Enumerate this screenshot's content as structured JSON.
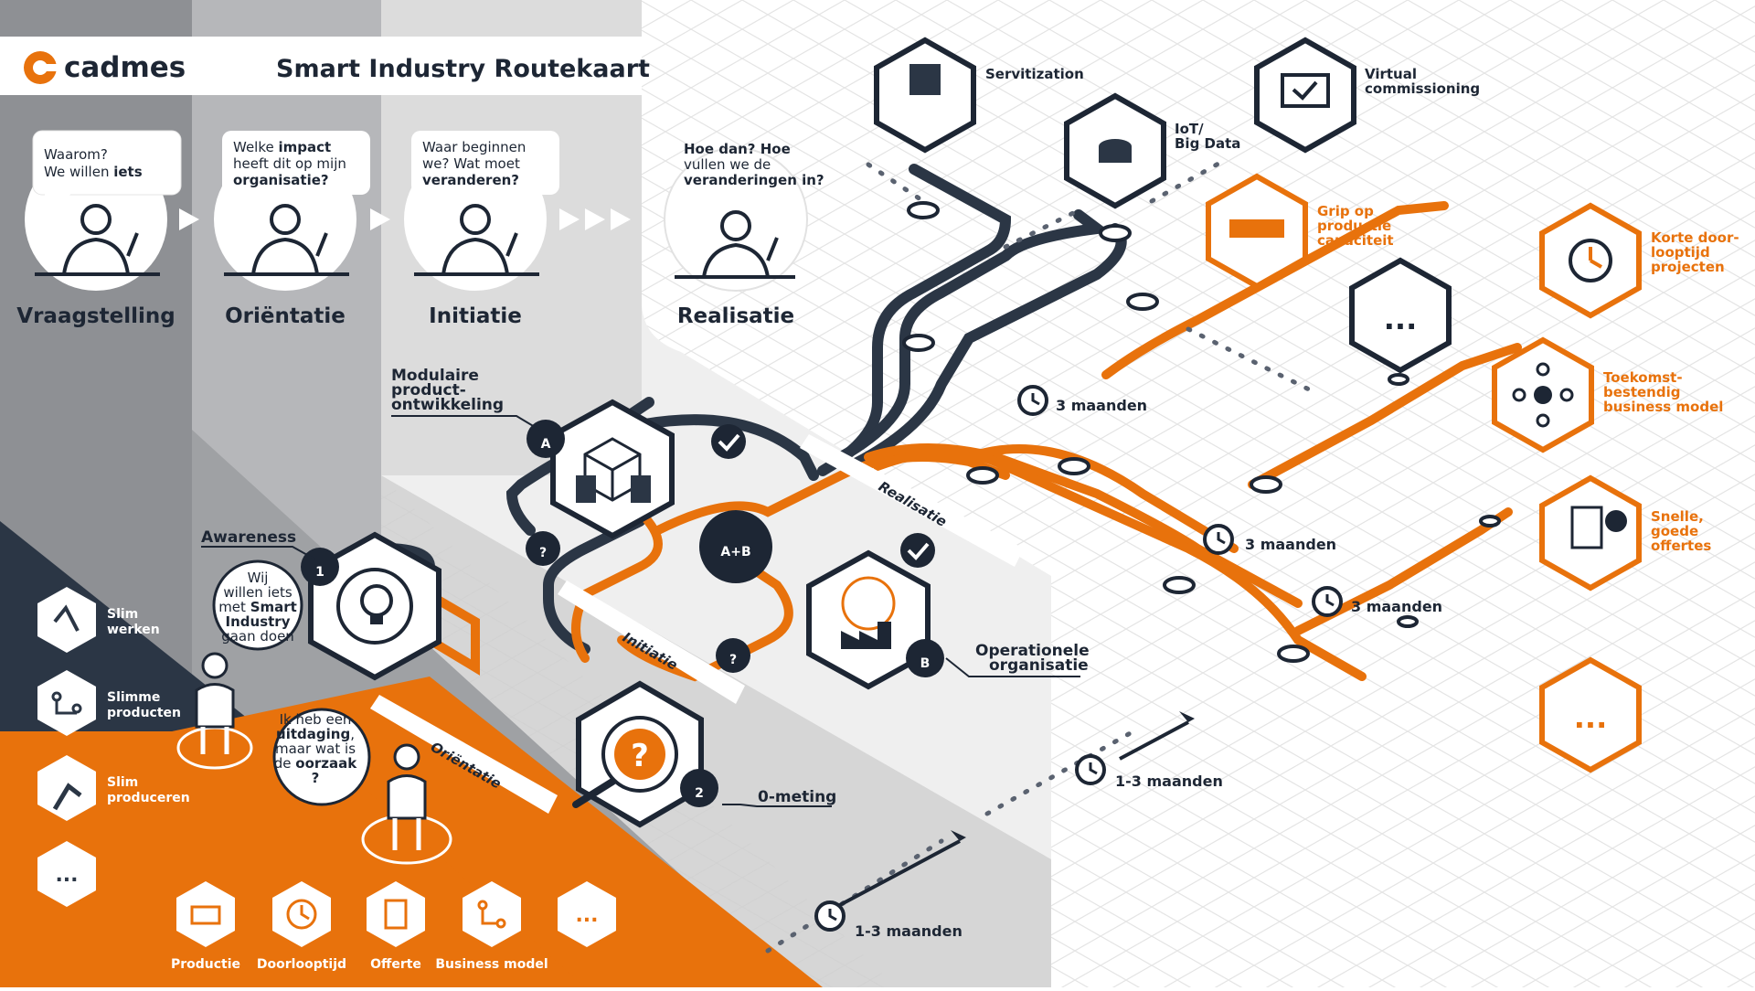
{
  "brand": {
    "logo_text": "cadmes",
    "title": "Smart Industry Routekaart"
  },
  "colors": {
    "navy": "#2b3645",
    "orange": "#e8720c",
    "dark": "#1d2634"
  },
  "phases": [
    {
      "name": "Vraagstelling",
      "bubble": [
        "Waarom?",
        "We willen ",
        "iets"
      ]
    },
    {
      "name": "Oriëntatie",
      "bubble": [
        "Welke ",
        "impact",
        "heeft dit op mijn",
        "organisatie?"
      ]
    },
    {
      "name": "Initiatie",
      "bubble": [
        "Waar beginnen",
        "we? Wat moet",
        "veranderen?"
      ]
    },
    {
      "name": "Realisatie",
      "bubble": [
        "Hoe dan?",
        " Hoe",
        "vullen we de",
        "veranderingen",
        " in?"
      ]
    }
  ],
  "goals": [
    {
      "label": "Slim",
      "label2": "werken",
      "icon": "hand-touch-icon"
    },
    {
      "label": "Slimme",
      "label2": "producten",
      "icon": "circuit-icon"
    },
    {
      "label": "Slim",
      "label2": "produceren",
      "icon": "robot-arm-icon"
    },
    {
      "label": "...",
      "label2": "",
      "icon": "more-icon"
    }
  ],
  "challenges": [
    {
      "label": "Productie",
      "icon": "factory-icon"
    },
    {
      "label": "Doorlooptijd",
      "icon": "clock-icon"
    },
    {
      "label": "Offerte",
      "icon": "document-euro-icon"
    },
    {
      "label": "Business model",
      "icon": "network-icon"
    },
    {
      "label": "",
      "icon": "more-icon"
    }
  ],
  "people": {
    "person1_bubble": [
      "Wij",
      "willen iets",
      "met ",
      "Smart",
      "Industry",
      "gaan doen"
    ],
    "person2_bubble": [
      "Ik heb een",
      "uitdaging",
      ",",
      "maar wat is",
      "de ",
      "oorzaak",
      "?"
    ]
  },
  "markers": {
    "awareness": "Awareness",
    "num1": "1",
    "num2": "2",
    "zero_meting": "0-meting",
    "a": "A",
    "b": "B",
    "ab": "A+B",
    "modulaire": [
      "Modulaire",
      "product-",
      "ontwikkeling"
    ],
    "operationele": [
      "Operationele",
      "organisatie"
    ],
    "question": "?"
  },
  "roads": {
    "orientatie": "Oriëntatie",
    "initiatie": "Initiatie",
    "realisatie": "Realisatie"
  },
  "durations": {
    "d1": "3 maanden",
    "d2": "3 maanden",
    "d3": "3 maanden",
    "d4": "1-3 maanden",
    "d5": "1-3 maanden"
  },
  "outcomes": {
    "servitization": "Servitization",
    "iot": [
      "IoT/",
      "Big Data"
    ],
    "virtual": [
      "Virtual",
      "commissioning"
    ],
    "grip": [
      "Grip op",
      "productie",
      "capaciteit"
    ],
    "korte": [
      "Korte door-",
      "looptijd",
      "projecten"
    ],
    "toekomst": [
      "Toekomst-",
      "bestendig",
      "business model"
    ],
    "snelle": [
      "Snelle,",
      "goede",
      "offertes"
    ],
    "more": "..."
  }
}
